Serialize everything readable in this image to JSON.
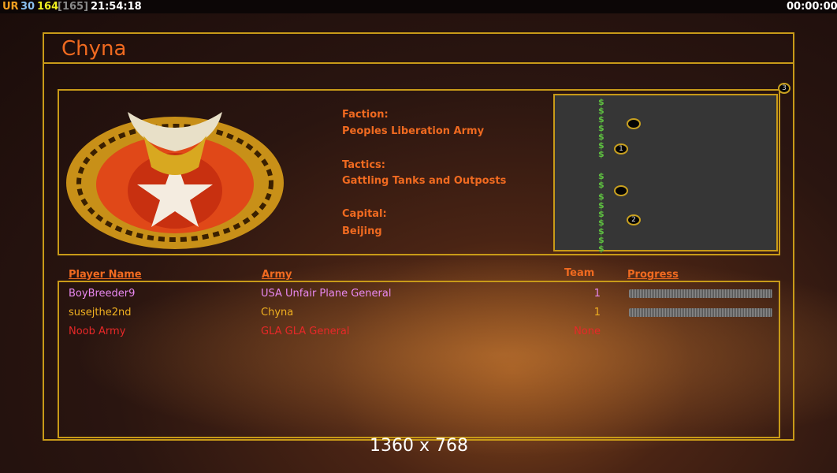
{
  "hud": {
    "ur": "UR",
    "fps": "30",
    "frame": "164",
    "frame_total": "[165]",
    "clock": "21:54:18",
    "timer": "00:00:00"
  },
  "title": "Chyna",
  "faction": {
    "faction_label": "Faction:",
    "faction": "Peoples Liberation Army",
    "tactics_label": "Tactics:",
    "tactics": "Gattling Tanks and Outposts",
    "capital_label": "Capital:",
    "capital": "Beijing"
  },
  "map": {
    "corner_badge": "3",
    "spots": [
      "",
      "1",
      "",
      "2"
    ]
  },
  "table": {
    "headers": [
      "Player Name",
      "Army",
      "Team",
      "Progress"
    ],
    "rows": [
      {
        "name": "BoyBreeder9",
        "army": "USA Unfair Plane General",
        "team": "1",
        "progress": 0,
        "color": "#e888f0"
      },
      {
        "name": "susejthe2nd",
        "army": "Chyna",
        "team": "1",
        "progress": 0,
        "color": "#f0b020"
      },
      {
        "name": "Noob Army",
        "army": "GLA GLA General",
        "team": "None",
        "color": "#e82828"
      }
    ]
  },
  "resolution": "1360 x 768"
}
